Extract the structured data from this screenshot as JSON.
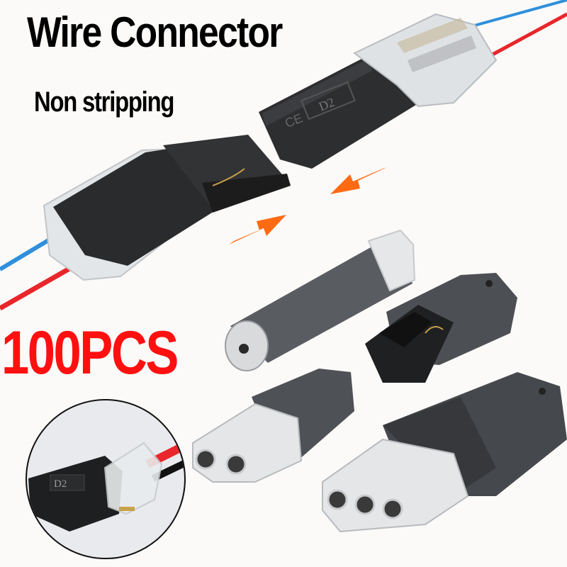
{
  "headline": {
    "title": "Wire Connector",
    "subtitle": "Non stripping",
    "quantity": "100PCS"
  },
  "product_markings": {
    "model_label": "D2",
    "certification": "CE"
  },
  "colors": {
    "background": "#fbfaf8",
    "title_text": "#000000",
    "quantity_text": "#ff1010",
    "arrow": "#ff6a13",
    "wire_blue": "#2f8fdc",
    "wire_red": "#e8262b",
    "housing_black": "#2a2b2d",
    "housing_grey": "#5c5f63"
  },
  "illustrations": {
    "main": "two-piece wire connector with blue and red wires, halves separated with orange arrows pointing toward each other",
    "middle_left": "single-pole cylindrical connector",
    "middle_right": "connector half showing spring contact",
    "bottom_left": "2-pin connector",
    "bottom_right": "3-pin connector",
    "inset": "close-up of D2 connector with red and black wires"
  }
}
